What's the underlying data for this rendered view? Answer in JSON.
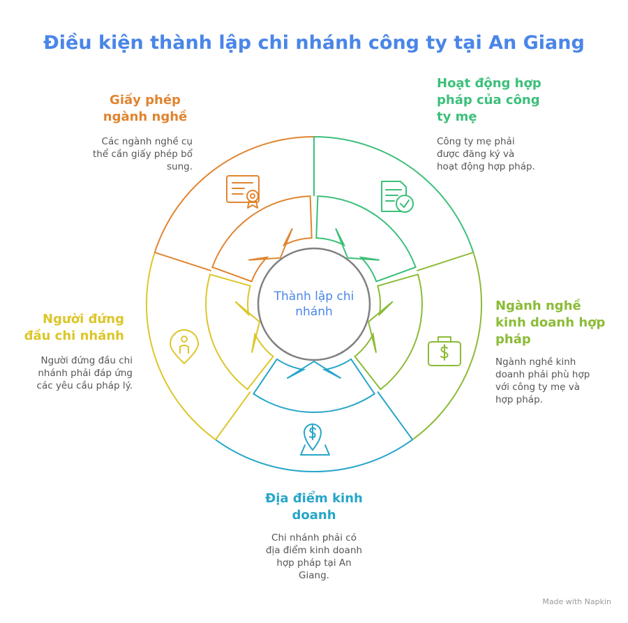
{
  "title": "Điều kiện thành lập chi nhánh công ty tại An Giang",
  "center": {
    "lines": [
      "Thành lập chi",
      "nhánh"
    ]
  },
  "colors": {
    "orange": "#e0842f",
    "green": "#3cbf7a",
    "lime": "#8bbb36",
    "blue": "#26a5c9",
    "yellow": "#dcc629",
    "title": "#4a86e8",
    "center_stroke": "#7f7f7f"
  },
  "segments": [
    {
      "id": "giay-phep",
      "heading": [
        "Giấy phép",
        "ngành nghề"
      ],
      "description": [
        "Các ngành nghề cụ",
        "thể cần giấy phép bổ",
        "sung."
      ],
      "icon": "certificate-icon"
    },
    {
      "id": "hoat-dong",
      "heading": [
        "Hoạt động hợp",
        "pháp của công",
        "ty mẹ"
      ],
      "description": [
        "Công ty mẹ phải",
        "được đăng ký và",
        "hoạt động hợp pháp."
      ],
      "icon": "checked-document-icon"
    },
    {
      "id": "nganh-nghe",
      "heading": [
        "Ngành nghề",
        "kinh doanh hợp",
        "pháp"
      ],
      "description": [
        "Ngành nghề kinh",
        "doanh phải phù hợp",
        "với công ty mẹ và",
        "hợp pháp."
      ],
      "icon": "money-briefcase-icon"
    },
    {
      "id": "dia-diem",
      "heading": [
        "Địa điểm kinh",
        "doanh"
      ],
      "description": [
        "Chi nhánh phải có",
        "địa điểm kinh doanh",
        "hợp pháp tại An",
        "Giang."
      ],
      "icon": "location-dollar-icon"
    },
    {
      "id": "nguoi-dung-dau",
      "heading": [
        "Người đứng",
        "đầu chi nhánh"
      ],
      "description": [
        "Người đứng đầu chi",
        "nhánh phải đáp ứng",
        "các yêu cầu pháp lý."
      ],
      "icon": "person-pin-icon"
    }
  ],
  "footer": "Made with Napkin"
}
